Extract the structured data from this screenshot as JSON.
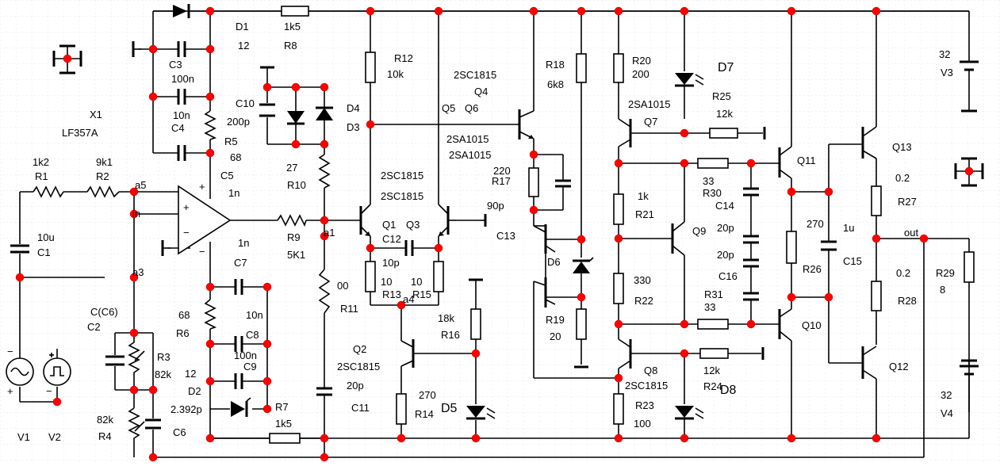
{
  "labels": {
    "d1": "D1",
    "d1_val": "12",
    "r8_val": "1k5",
    "r8": "R8",
    "c3": "C3",
    "c3_val": "100n",
    "c4_val": "10n",
    "c4": "C4",
    "r5": "R5",
    "r5_val": "68",
    "c5": "C5",
    "c5_val": "1n",
    "x1": "X1",
    "x1_val": "LF357A",
    "r1_val": "1k2",
    "r1": "R1",
    "r2_val": "9k1",
    "r2": "R2",
    "a5": "a5",
    "in": "in",
    "a3": "a3",
    "a1": "a1",
    "a4": "a4",
    "c10": "C10",
    "c10_val": "200p",
    "r10_val": "27",
    "r10": "R10",
    "r9": "R9",
    "r9_val": "5K1",
    "c1_val": "10u",
    "c1": "C1",
    "c2_val": "C(C6)",
    "c2": "C2",
    "r3": "R3",
    "r3_val": "82k",
    "r4_val": "82k",
    "r4": "R4",
    "c6": "C6",
    "v1": "V1",
    "v2": "V2",
    "c7_val": "1n",
    "c7": "C7",
    "r6_val": "68",
    "r6": "R6",
    "c8_val": "10n",
    "c8": "C8",
    "c9_val": "100n",
    "c9": "C9",
    "d2_val": "12",
    "d2": "D2",
    "d2_extra": "2.392p",
    "r7": "R7",
    "r7_val": "1k5",
    "r11_val": "00",
    "r11": "R11",
    "r12": "R12",
    "r12_val": "10k",
    "d4": "D4",
    "d3": "D3",
    "q1": "Q1",
    "q1_type": "2SC1815",
    "q3": "Q3",
    "q3_type": "2SC1815",
    "q5": "Q5",
    "q6": "Q6",
    "q4": "Q4",
    "q4_type": "2SC1815",
    "q56_type_a": "2SA1015",
    "q56_type_b": "2SA1015",
    "c12": "C12",
    "c12_val": "10p",
    "r13_val": "10",
    "r13": "R13",
    "r15_val": "10",
    "r15": "R15",
    "c13_val": "90p",
    "c13": "C13",
    "q2": "Q2",
    "q2_type": "2SC1815",
    "c11_val": "20p",
    "c11": "C11",
    "r14_val": "270",
    "r14": "R14",
    "r16_val": "18k",
    "r16": "R16",
    "d5": "D5",
    "r17_val": "220",
    "r17": "R17",
    "r18": "R18",
    "r18_val": "6k8",
    "d6": "D6",
    "r19": "R19",
    "r19_val": "20",
    "r20": "R20",
    "r20_val": "200",
    "q7_type": "2SA1015",
    "q7": "Q7",
    "d7": "D7",
    "r25": "R25",
    "r25_val": "12k",
    "r21_val": "1k",
    "r21": "R21",
    "r22_val": "330",
    "r22": "R22",
    "q9": "Q9",
    "r30_val": "33",
    "r30": "R30",
    "c14": "C14",
    "c14_val": "20p",
    "c16_val": "20p",
    "c16": "C16",
    "r31": "R31",
    "r31_val": "33",
    "q8": "Q8",
    "q8_type": "2SC1815",
    "r24_val": "12k",
    "r24": "R24",
    "d8": "D8",
    "r23": "R23",
    "r23_val": "100",
    "q11": "Q11",
    "q10": "Q10",
    "r26_val": "270",
    "r26": "R26",
    "c15_val": "1u",
    "c15": "C15",
    "q13": "Q13",
    "q12": "Q12",
    "r27_val": "0.2",
    "r27": "R27",
    "r28_val": "0.2",
    "r28": "R28",
    "out": "out",
    "r29": "R29",
    "r29_val": "8",
    "v3_val": "32",
    "v3": "V3",
    "v4_val": "32",
    "v4": "V4",
    "plus": "+",
    "minus": "−"
  },
  "colors": {
    "wire": "#000000",
    "node": "#ff0000",
    "grid": "#e6e6e6"
  }
}
